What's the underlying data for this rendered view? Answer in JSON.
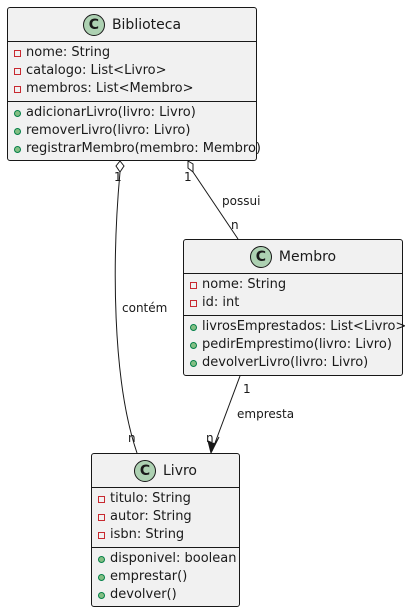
{
  "classes": {
    "biblioteca": {
      "name": "Biblioteca",
      "stereotype": "C",
      "attributes": [
        {
          "vis": "private",
          "text": "nome: String"
        },
        {
          "vis": "private",
          "text": "catalogo: List<Livro>"
        },
        {
          "vis": "private",
          "text": "membros: List<Membro>"
        }
      ],
      "methods": [
        {
          "vis": "public",
          "text": "adicionarLivro(livro: Livro)"
        },
        {
          "vis": "public",
          "text": "removerLivro(livro: Livro)"
        },
        {
          "vis": "public",
          "text": "registrarMembro(membro: Membro)"
        }
      ]
    },
    "membro": {
      "name": "Membro",
      "stereotype": "C",
      "attributes": [
        {
          "vis": "private",
          "text": "nome: String"
        },
        {
          "vis": "private",
          "text": "id: int"
        }
      ],
      "methods": [
        {
          "vis": "public",
          "text": "livrosEmprestados: List<Livro>"
        },
        {
          "vis": "public",
          "text": "pedirEmprestimo(livro: Livro)"
        },
        {
          "vis": "public",
          "text": "devolverLivro(livro: Livro)"
        }
      ]
    },
    "livro": {
      "name": "Livro",
      "stereotype": "C",
      "attributes": [
        {
          "vis": "private",
          "text": "titulo: String"
        },
        {
          "vis": "private",
          "text": "autor: String"
        },
        {
          "vis": "private",
          "text": "isbn: String"
        }
      ],
      "methods": [
        {
          "vis": "public",
          "text": "disponivel: boolean"
        },
        {
          "vis": "public",
          "text": "emprestar()"
        },
        {
          "vis": "public",
          "text": "devolver()"
        }
      ]
    }
  },
  "relations": {
    "possui": {
      "label": "possui",
      "from_mult": "1",
      "to_mult": "n",
      "type": "aggregation"
    },
    "contem": {
      "label": "contém",
      "from_mult": "1",
      "to_mult": "n",
      "type": "aggregation"
    },
    "empresta": {
      "label": "empresta",
      "from_mult": "1",
      "to_mult": "n",
      "type": "association-arrow"
    }
  },
  "colors": {
    "class_fill": "#f1f1f1",
    "badge_fill": "#add1b2",
    "private_marker": "#c82930",
    "public_marker": "#84be84",
    "line": "#181818"
  }
}
